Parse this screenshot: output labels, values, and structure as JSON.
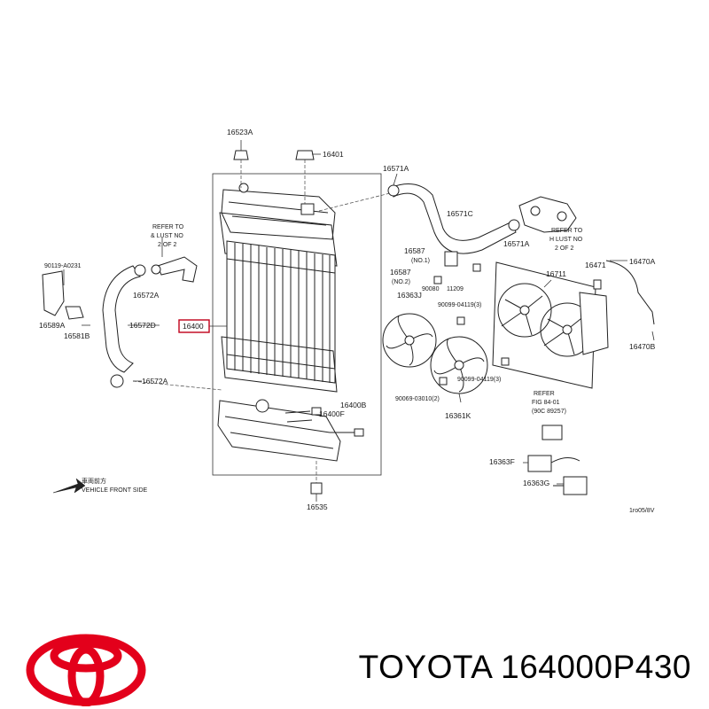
{
  "labels": {
    "p16523A": "16523A",
    "p16401": "16401",
    "p16571A_top": "16571A",
    "p16571C": "16571C",
    "p16571A_mid": "16571A",
    "refer_left_1": "REFER TO",
    "refer_left_2": "& LUST NO",
    "refer_left_3": "2 OF 2",
    "refer_right_1": "REFER TO",
    "refer_right_2": "H LUST NO",
    "refer_right_3": "2 OF 2",
    "p90119": "90119-A0231",
    "p16572A_top": "16572A",
    "p16589A": "16589A",
    "p16581B": "16581B",
    "p16572D": "16572D",
    "p16400": "16400",
    "p16572A_bot": "16572A",
    "p16587_a": "16587",
    "p16587_a_sub": "(NO.1)",
    "p16587_b": "16587",
    "p16587_b_sub": "(NO.2)",
    "p90080": "90080",
    "p11209": "11209",
    "p16363J": "16363J",
    "p90099_a": "90099-04119(3)",
    "p16711": "16711",
    "p16471": "16471",
    "p16470A": "16470A",
    "p16470B": "16470B",
    "p90099_b": "90099-04119(3)",
    "p90069": "90069-03010(2)",
    "p16361K": "16361K",
    "p16400B": "16400B",
    "p16400F": "16400F",
    "refer_fig_1": "REFER",
    "refer_fig_2": "FIG 84-01",
    "refer_fig_3": "(90C 89257)",
    "p16363F": "16363F",
    "p16363G": "16363G",
    "p16535": "16535",
    "front_jp": "車両前方",
    "front_en": "VEHICLE FRONT SIDE",
    "code": "1ro05/8V"
  },
  "brand": {
    "text": "TOYOTA 164000P430",
    "logo_color": "#e3001b"
  }
}
